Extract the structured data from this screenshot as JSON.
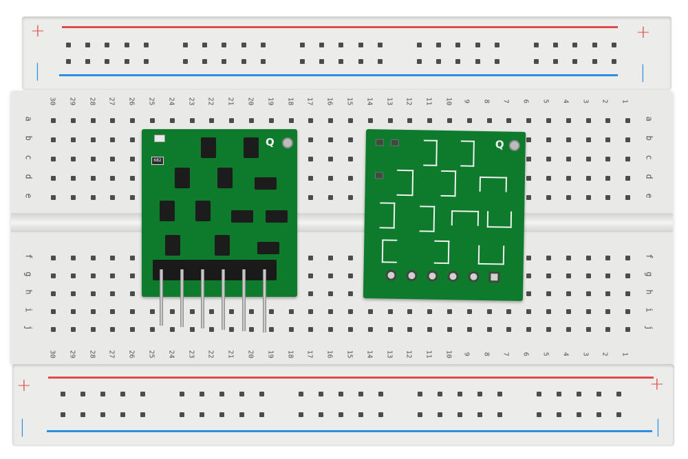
{
  "scene": {
    "description": "Half-size solderless breadboard with two green PCB modules; left module shows component side with SOT-23 transistors and a 6-pin header, right module shows bottom/solder side with 6 through-hole pads",
    "background": "#ffffff",
    "breadboard_color": "#e9eae7",
    "pcb_color": "#0d7a2c"
  },
  "power_rails": {
    "top": {
      "plus_symbol": "+",
      "minus_symbol": "|",
      "plus_color": "#e04a4a",
      "minus_color": "#2b8ee0"
    },
    "bottom": {
      "plus_symbol": "+",
      "minus_symbol": "|",
      "plus_color": "#e04a4a",
      "minus_color": "#2b8ee0"
    }
  },
  "column_numbers": [
    "30",
    "29",
    "28",
    "27",
    "26",
    "25",
    "24",
    "23",
    "22",
    "21",
    "20",
    "19",
    "18",
    "17",
    "16",
    "15",
    "14",
    "13",
    "12",
    "11",
    "10",
    "9",
    "8",
    "7",
    "6",
    "5",
    "4",
    "3",
    "2",
    "1"
  ],
  "row_labels_top": [
    "a",
    "b",
    "c",
    "d",
    "e"
  ],
  "row_labels_bottom": [
    "f",
    "g",
    "h",
    "i",
    "j"
  ],
  "pcb_left": {
    "label": "Q",
    "resistor_marking": "682",
    "header_pins": 6,
    "side": "component"
  },
  "pcb_right": {
    "label": "Q",
    "through_hole_pads": 6,
    "side": "solder"
  }
}
